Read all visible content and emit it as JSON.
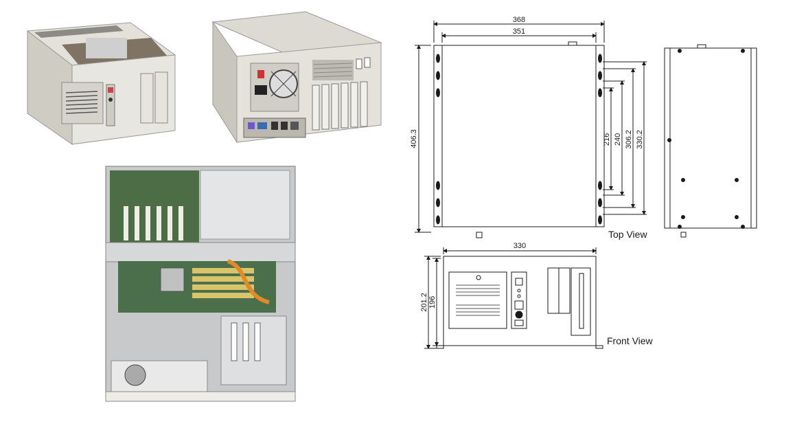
{
  "photos": {
    "front_iso": "chassis-front-photo",
    "rear_iso": "chassis-rear-photo",
    "top_open": "chassis-top-open-photo"
  },
  "top_view": {
    "label": "Top View",
    "dims": {
      "outer_width": "368",
      "inner_width": "351",
      "height": "406.3",
      "d216": "216",
      "d240": "240",
      "d306": "306.2",
      "d330": "330.2"
    }
  },
  "front_view": {
    "label": "Front View",
    "dims": {
      "width": "330",
      "height_outer": "201.2",
      "height_inner": "196"
    }
  },
  "colors": {
    "line": "#1a1a1a",
    "chassis": "#d9d6cf",
    "chassis_dark": "#a9a59c",
    "metal": "#c7c9cc",
    "pcb": "#4f7a4a"
  }
}
